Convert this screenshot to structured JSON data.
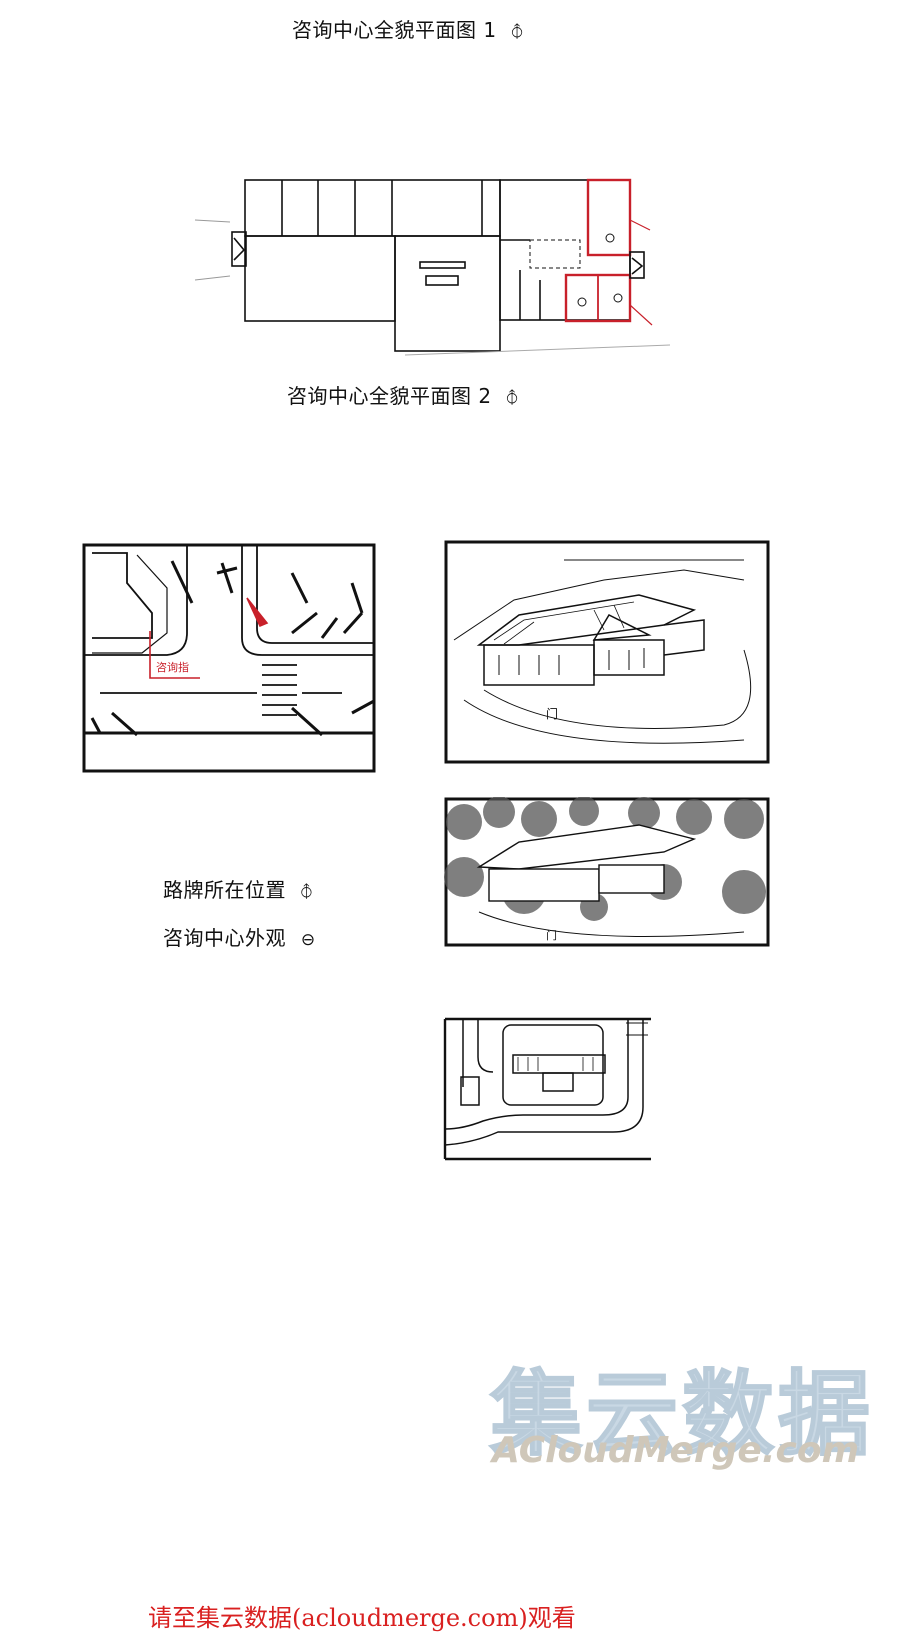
{
  "captions": {
    "plan1": "咨询中心全貌平面图 1",
    "plan1_arrow": "⦽",
    "plan2": "咨询中心全貌平面图 2",
    "plan2_arrow": "⦽",
    "sign_location": "路牌所在位置",
    "sign_arrow": "⦽",
    "exterior": "咨询中心外观",
    "exterior_arrow": "⊖"
  },
  "sketch_labels": {
    "street_sign_note": "咨询指"
  },
  "watermark": {
    "cn": "集云数据",
    "en": "ACloudMerge.com"
  },
  "footer": {
    "text": "请至集云数据(acloudmerge.com)观看"
  },
  "colors": {
    "ink": "#111111",
    "highlight_red": "#c8202a",
    "footer_red": "#d92020"
  }
}
